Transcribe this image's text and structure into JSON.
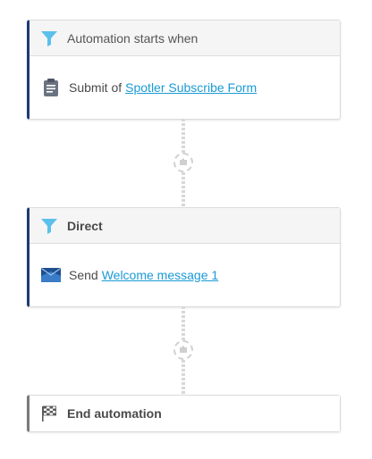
{
  "colors": {
    "card_accent": "#1f3b73",
    "end_accent": "#7a7a7a",
    "filter_icon": "#5bc0eb",
    "link": "#1a9ad6",
    "connector": "#d8d8d8"
  },
  "trigger": {
    "header_icon": "filter-icon",
    "header_label": "Automation starts when",
    "body_icon": "clipboard-icon",
    "body_prefix": "Submit of",
    "body_link": "Spotler Subscribe Form"
  },
  "direct": {
    "header_icon": "filter-icon",
    "header_label": "Direct",
    "body_icon": "envelope-icon",
    "body_prefix": "Send",
    "body_link": "Welcome message 1"
  },
  "connectors": [
    {
      "add_icon": "puzzle-icon"
    },
    {
      "add_icon": "puzzle-icon"
    }
  ],
  "end": {
    "icon": "checkered-flag-icon",
    "label": "End automation"
  }
}
